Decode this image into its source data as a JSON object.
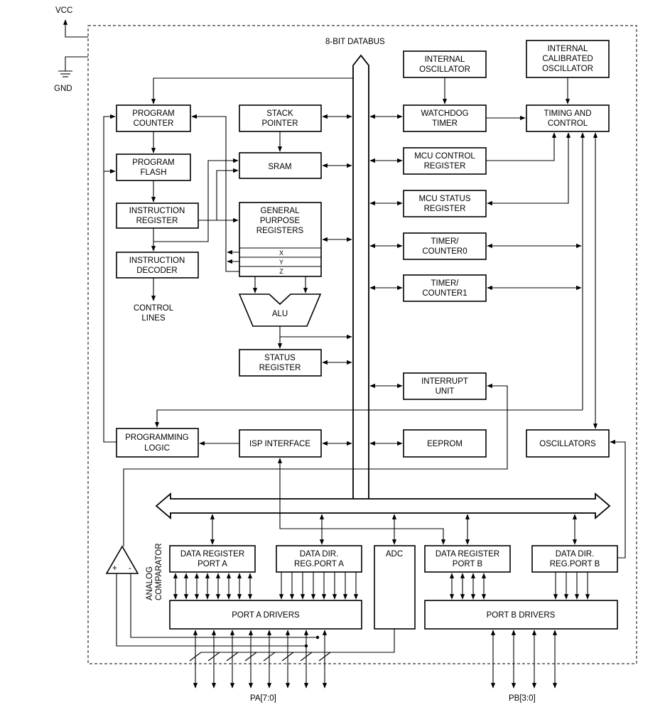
{
  "power": {
    "vcc": "VCC",
    "gnd": "GND"
  },
  "databus_label": "8-BIT DATABUS",
  "blocks": {
    "program_counter": [
      "PROGRAM",
      "COUNTER"
    ],
    "stack_pointer": [
      "STACK",
      "POINTER"
    ],
    "program_flash": [
      "PROGRAM",
      "FLASH"
    ],
    "sram": [
      "SRAM"
    ],
    "instruction_register": [
      "INSTRUCTION",
      "REGISTER"
    ],
    "general_purpose_registers": [
      "GENERAL",
      "PURPOSE",
      "REGISTERS"
    ],
    "gpr_rows": [
      "X",
      "Y",
      "Z"
    ],
    "instruction_decoder": [
      "INSTRUCTION",
      "DECODER"
    ],
    "control_lines": [
      "CONTROL",
      "LINES"
    ],
    "alu": [
      "ALU"
    ],
    "status_register": [
      "STATUS",
      "REGISTER"
    ],
    "internal_oscillator": [
      "INTERNAL",
      "OSCILLATOR"
    ],
    "internal_calibrated_oscillator": [
      "INTERNAL",
      "CALIBRATED",
      "OSCILLATOR"
    ],
    "watchdog_timer": [
      "WATCHDOG",
      "TIMER"
    ],
    "timing_and_control": [
      "TIMING AND",
      "CONTROL"
    ],
    "mcu_control_register": [
      "MCU CONTROL",
      "REGISTER"
    ],
    "mcu_status_register": [
      "MCU STATUS",
      "REGISTER"
    ],
    "timer_counter0": [
      "TIMER/",
      "COUNTER0"
    ],
    "timer_counter1": [
      "TIMER/",
      "COUNTER1"
    ],
    "interrupt_unit": [
      "INTERRUPT",
      "UNIT"
    ],
    "programming_logic": [
      "PROGRAMMING",
      "LOGIC"
    ],
    "isp_interface": [
      "ISP INTERFACE"
    ],
    "eeprom": [
      "EEPROM"
    ],
    "oscillators": [
      "OSCILLATORS"
    ],
    "data_register_port_a": [
      "DATA REGISTER",
      "PORT A"
    ],
    "data_dir_reg_port_a": [
      "DATA DIR.",
      "REG.PORT A"
    ],
    "adc": [
      "ADC"
    ],
    "data_register_port_b": [
      "DATA REGISTER",
      "PORT B"
    ],
    "data_dir_reg_port_b": [
      "DATA DIR.",
      "REG.PORT B"
    ],
    "port_a_drivers": [
      "PORT A DRIVERS"
    ],
    "port_b_drivers": [
      "PORT B DRIVERS"
    ],
    "analog_comparator": [
      "ANALOG",
      "COMPARATOR"
    ],
    "comparator_plus": "+",
    "comparator_minus": "-"
  },
  "pins": {
    "port_a": "PA[7:0]",
    "port_b": "PB[3:0]"
  }
}
